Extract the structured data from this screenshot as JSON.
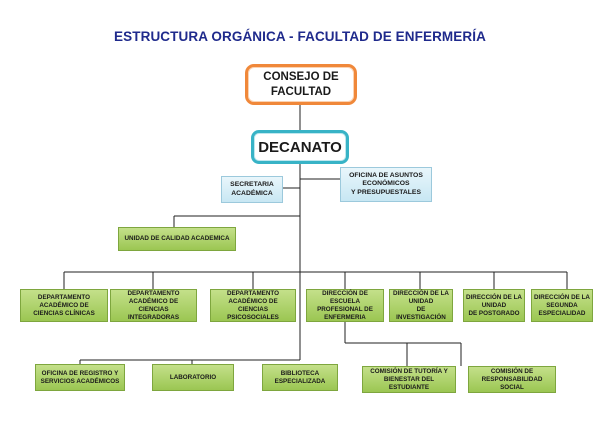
{
  "title": "ESTRUCTURA ORGÁNICA - FACULTAD DE ENFERMERÍA",
  "council": "CONSEJO DE\nFACULTAD",
  "dean": "DECANATO",
  "secretaria": "SECRETARIA\nACADÉMICA",
  "oficina_asuntos": "OFICINA DE ASUNTOS\nECONÓMICOS\nY PRESUPUESTALES",
  "calidad": "UNIDAD DE CALIDAD ACADEMICA",
  "departments": [
    "DEPARTAMENTO\nACADÉMICO DE\nCIENCIAS CLÍNICAS",
    "DEPARTAMENTO\nACADÉMICO DE CIENCIAS\nINTEGRADORAS",
    "DEPARTAMENTO\nACADÉMICO DE CIENCIAS\nPSICOSOCIALES",
    "DIRECCIÓN DE ESCUELA\nPROFESIONAL DE\nENFERMERIA",
    "DIRECCIÓN DE LA\nUNIDAD\nDE INVESTIGACIÓN",
    "DIRECCIÓN DE LA\nUNIDAD\nDE POSTGRADO",
    "DIRECCIÓN DE LA\nSEGUNDA\nESPECIALIDAD"
  ],
  "bottom_units": [
    "OFICINA DE REGISTRO Y\nSERVICIOS ACADÉMICOS",
    "LABORATORIO",
    "BIBLIOTECA\nESPECIALIZADA"
  ],
  "commissions": [
    "COMISIÓN DE TUTORÍA Y\nBIENESTAR DEL ESTUDIANTE",
    "COMISIÓN DE\nRESPONSABILIDAD SOCIAL"
  ],
  "colors": {
    "title": "#1f2a8c",
    "council_border": "#f0883a",
    "dean_border": "#38b3c6",
    "staff_fill": "#d6eef7",
    "unit_fill": "#aed26a",
    "line": "#222222"
  }
}
